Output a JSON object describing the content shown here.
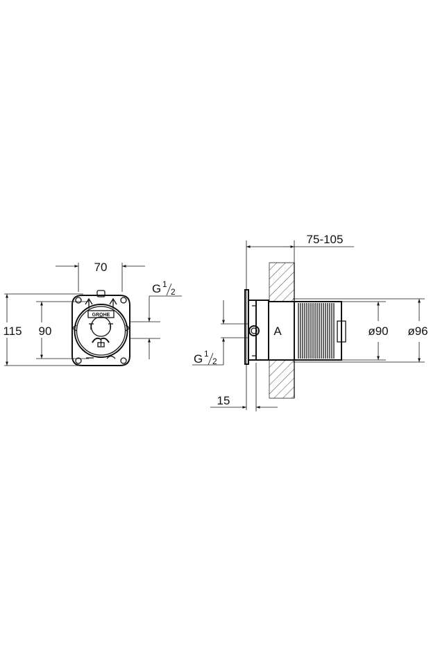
{
  "front_view": {
    "dim_width": "70",
    "dim_height_outer": "115",
    "dim_height_inner": "90",
    "thread_prefix": "G",
    "thread_num": "1",
    "thread_den": "2",
    "brand_text": "GROHE"
  },
  "side_view": {
    "dim_depth": "75-105",
    "dim_offset": "15",
    "dim_dia_inner": "ø90",
    "dim_dia_outer": "ø96",
    "thread_prefix": "G",
    "thread_num": "1",
    "thread_den": "2",
    "marker_label": "A"
  }
}
